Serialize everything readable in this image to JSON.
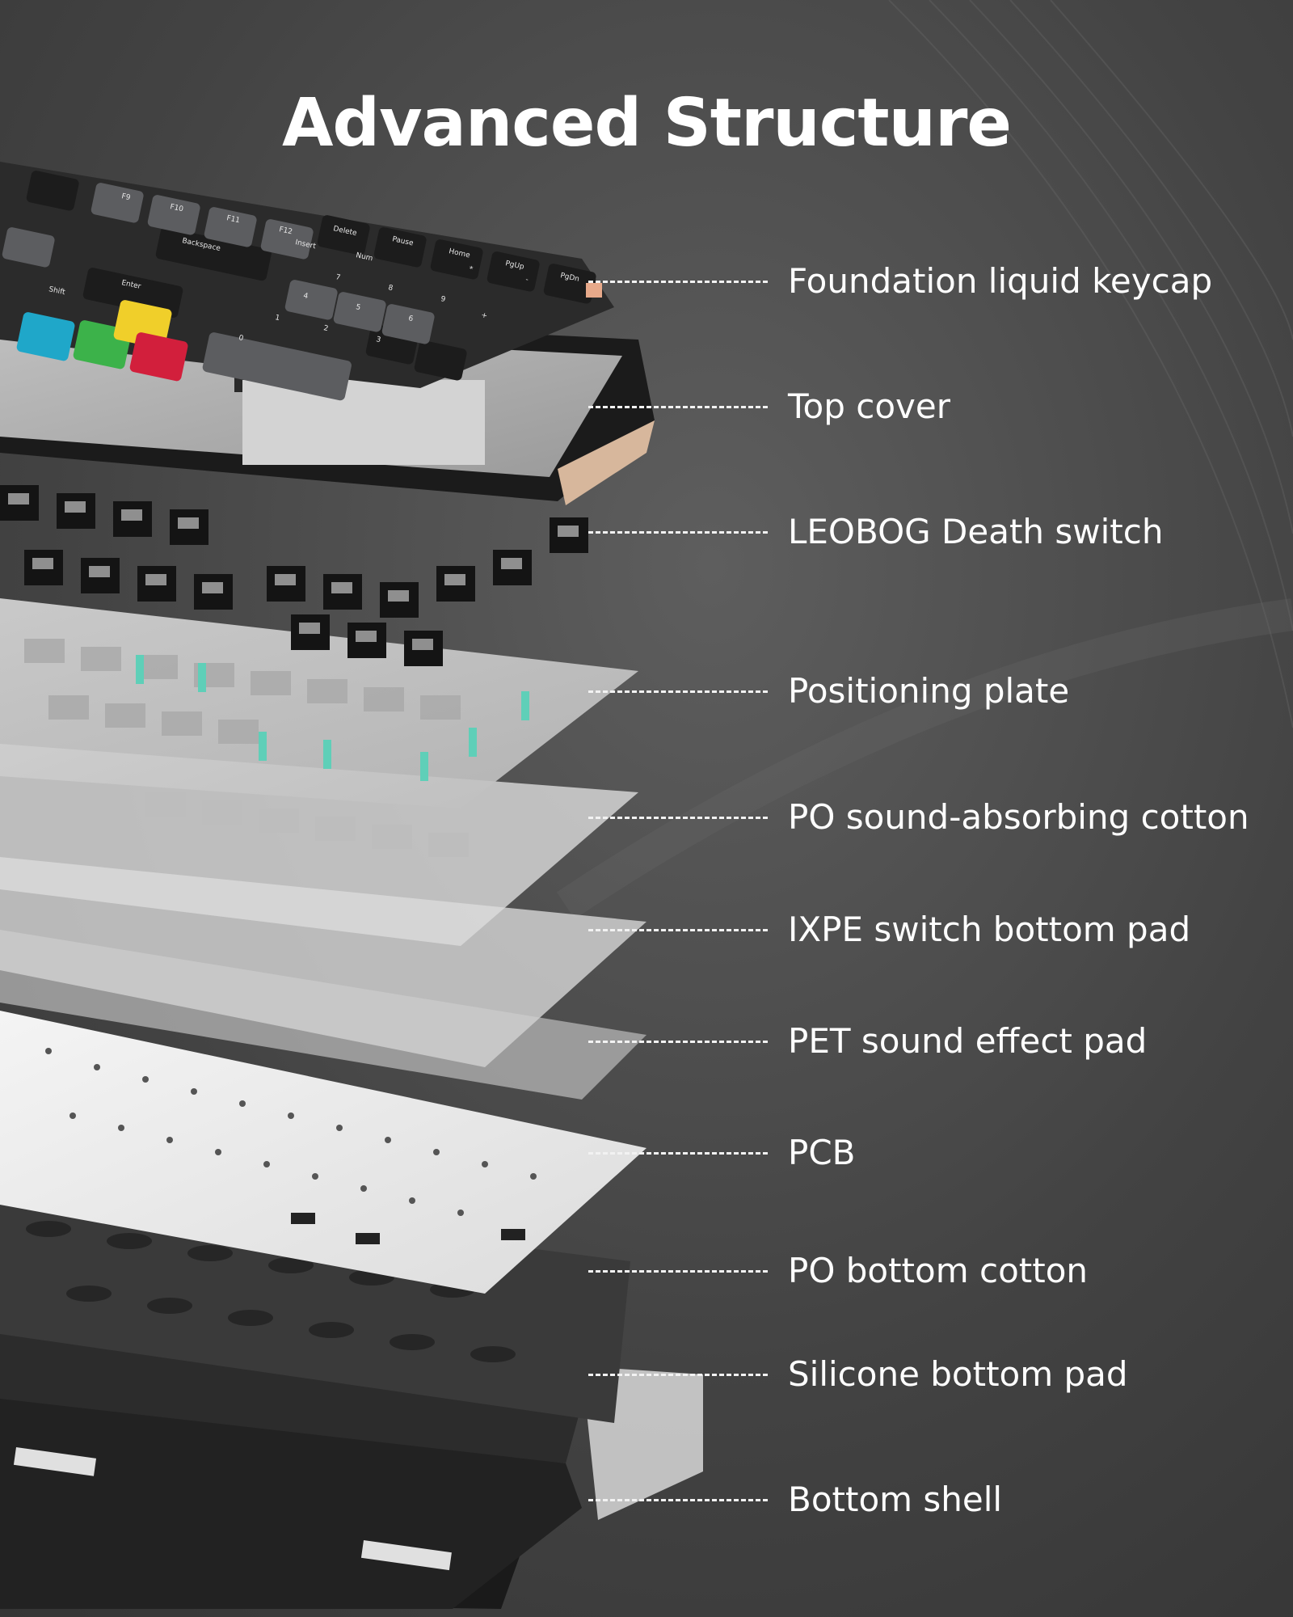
{
  "title": "Advanced Structure",
  "layers": [
    {
      "label": "Foundation liquid keycap"
    },
    {
      "label": "Top cover"
    },
    {
      "label": "LEOBOG Death switch"
    },
    {
      "label": "Positioning plate"
    },
    {
      "label": "PO sound-absorbing cotton"
    },
    {
      "label": "IXPE switch bottom pad"
    },
    {
      "label": "PET sound effect pad"
    },
    {
      "label": "PCB"
    },
    {
      "label": "PO bottom cotton"
    },
    {
      "label": "Silicone bottom pad"
    },
    {
      "label": "Bottom shell"
    }
  ],
  "keycap_legends": [
    "F9",
    "F10",
    "F11",
    "F12",
    "Delete",
    "Pause",
    "Home",
    "PgUp",
    "PgDn",
    "Backspace",
    "Insert",
    "Num",
    "Enter",
    "Shift",
    "7",
    "8",
    "9",
    "4",
    "5",
    "6",
    "1",
    "2",
    "3",
    "0",
    "*",
    "-",
    "+"
  ],
  "colors": {
    "background": "#3f3f3f",
    "text": "#ffffff",
    "keycap_dark": "#1c1c1c",
    "keycap_grey": "#5c5d60",
    "keycap_blue": "#1fa7c9",
    "keycap_green": "#3cb24a",
    "keycap_yellow": "#f0cf2a",
    "keycap_red": "#d21f3c",
    "stabilizer": "#5fcfb8"
  }
}
